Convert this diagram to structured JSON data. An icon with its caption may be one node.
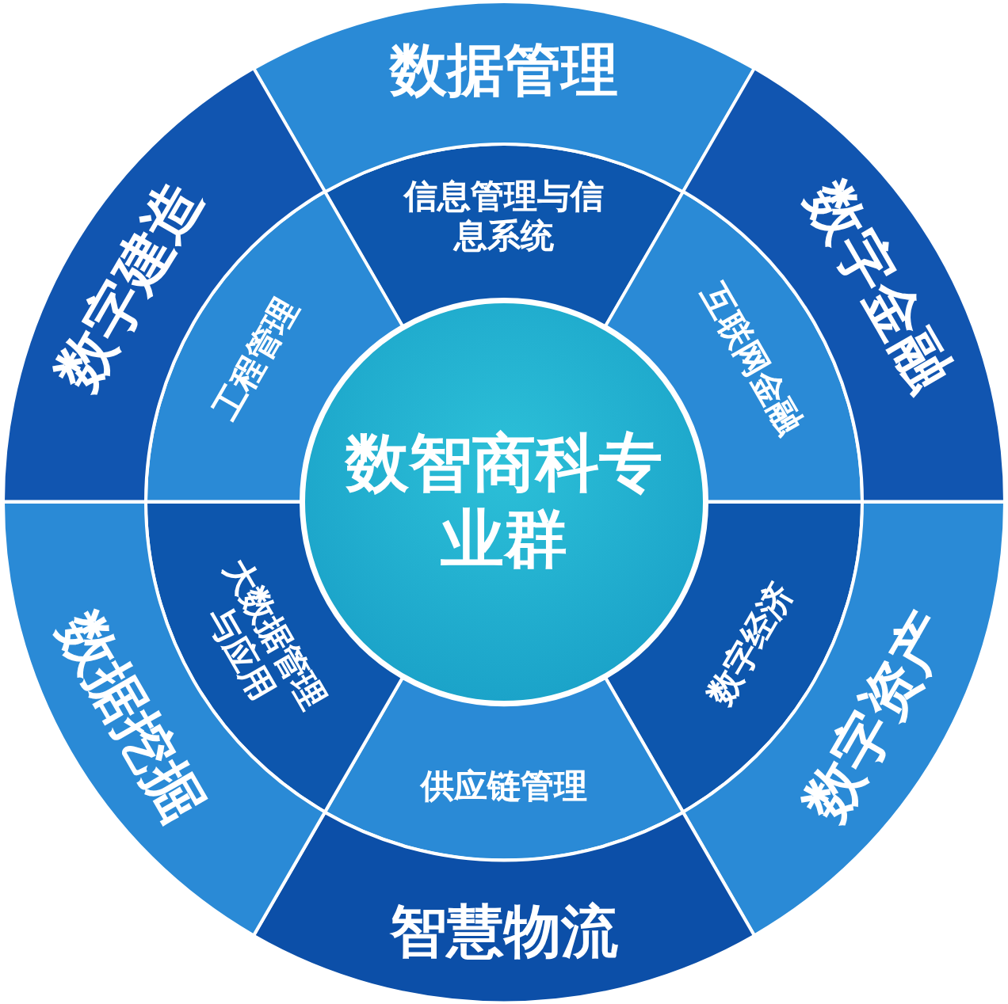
{
  "diagram": {
    "nodes": [
      {
        "text": [
          "数智商科专业群"
        ]
      },
      {
        "text": [
          "信息管理与信息系统"
        ]
      },
      {
        "text": [
          "互联网金融"
        ]
      },
      {
        "text": [
          "数字经济"
        ]
      },
      {
        "text": [
          "供应链管理"
        ]
      },
      {
        "text": [
          "大数据管理与应用"
        ]
      },
      {
        "text": [
          "工程管理"
        ]
      },
      {
        "text": [
          "数据管理"
        ]
      },
      {
        "text": [
          "数字金融"
        ]
      },
      {
        "text": [
          "数字资产"
        ]
      },
      {
        "text": [
          "智慧物流"
        ]
      },
      {
        "text": [
          "数据挖掘"
        ]
      },
      {
        "text": [
          "数字建造"
        ]
      }
    ]
  }
}
